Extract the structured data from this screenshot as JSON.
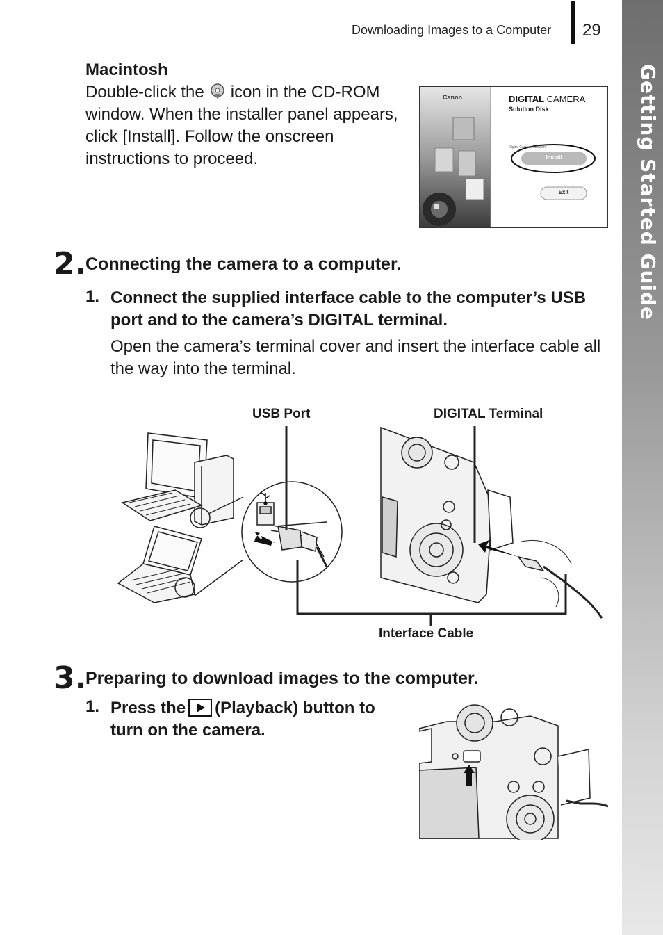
{
  "header": {
    "running_head": "Downloading Images to a Computer",
    "page_number": "29"
  },
  "side_tab": {
    "label": "Getting Started Guide"
  },
  "macintosh": {
    "title": "Macintosh",
    "text_before_icon": "Double-click the",
    "text_after_icon": "icon in the CD-ROM window. When the installer panel appears, click [Install]. Follow the onscreen instructions to proceed."
  },
  "installer_screenshot": {
    "brand": "Canon",
    "product_bold": "DIGITAL",
    "product_rest": "CAMERA",
    "subtitle": "Solution Disk",
    "small_label": "Digital Camera Software",
    "install_button": "Install",
    "exit_button": "Exit"
  },
  "step2": {
    "number": "2.",
    "title": "Connecting the camera to a computer.",
    "substep_number": "1.",
    "substep_text": "Connect the supplied interface cable to the computer’s USB port and to the camera’s DIGITAL terminal.",
    "body": "Open the camera’s terminal cover and insert the interface cable all the way into the terminal.",
    "labels": {
      "usb_port": "USB Port",
      "digital_terminal": "DIGITAL Terminal",
      "interface_cable": "Interface Cable"
    }
  },
  "step3": {
    "number": "3.",
    "title": "Preparing to download images to the computer.",
    "substep_number": "1.",
    "substep_before_icon": "Press the",
    "substep_after_icon": "(Playback) button to turn on the camera."
  },
  "icons": [
    "cd-installer-icon",
    "playback-icon",
    "usb-icon"
  ]
}
